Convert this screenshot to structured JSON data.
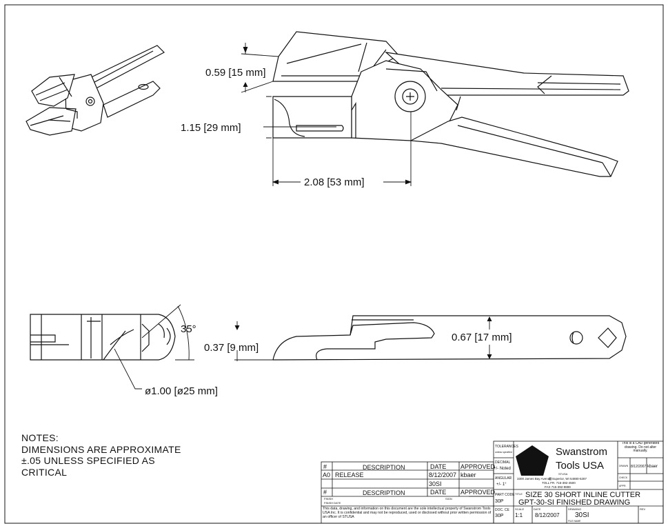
{
  "dimensions": {
    "jaw_height": "0.59 [15 mm]",
    "jaw_length": "1.15 [29 mm]",
    "jaw_to_pivot": "2.08 [53 mm]",
    "blade_angle": "35°",
    "tip_thickness": "0.37 [9 mm]",
    "body_thickness": "0.67 [17 mm]",
    "cut_diameter": "ø1.00 [ø25 mm]"
  },
  "notes": {
    "heading": "NOTES:",
    "lines": [
      "DIMENSIONS ARE APPROXIMATE",
      "±.05 UNLESS SPECIFIED AS",
      "CRITICAL"
    ]
  },
  "revision_table": {
    "headers": [
      "#",
      "DESCRIPTION",
      "DATE",
      "APPROVED"
    ],
    "rows": [
      {
        "num": "A0",
        "description": "RELEASE",
        "date": "8/12/2007",
        "approved": "kbaer"
      },
      {
        "num": "",
        "description": "",
        "date": "30SI",
        "approved": ""
      }
    ],
    "headers_lower": [
      "#",
      "DESCRIPTION",
      "DATE",
      "APPROVED"
    ],
    "lower_small": [
      "FINISH",
      "SIGN"
    ],
    "lower_small2": [
      "FINISH",
      "DATE"
    ],
    "legal": "This data, drawing, and information on this document are the sole intellectual property of Swanstrom Tools USA Inc. It is confidential and may not be reproduced, used or disclosed without prior written permission of an officer of STUSA"
  },
  "title_block": {
    "tolerances_label": "TOLERANCES",
    "tolerances_sub": "unless specified",
    "decimal_label": "DECIMAL",
    "decimal_value": "+/- Noted",
    "angular_label": "ANGULAR",
    "angular_value": "+/- 1°",
    "part_code_label": "PART CODE",
    "part_code": "30P",
    "doc_code_label": "DOC. CE",
    "doc_code": "30P",
    "company_line1": "Swanstrom",
    "company_line2": "Tools USA",
    "company_abbr": "STUSA",
    "address": "3300 James Bay Avenue Superior, WI 54880-5287",
    "phone": "TOLL FR. 715-392-4500",
    "fax": "FAX 715-392-9889",
    "cad_notice": "This is a CAD generated drawing. Do not alter manually.",
    "drawn_label": "DRAWN",
    "drawn_date": "8/12/2007",
    "drawn_by": "kbaer",
    "check_label": "CHECK",
    "appr_label": "APPR.",
    "title_label": "TITLE",
    "title_line1": "SIZE 30 SHORT INLINE CUTTER",
    "title_line2": "GPT-30-SI FINISHED DRAWING",
    "scale_label": "SCALE",
    "scale": "1:1",
    "date_label": "DATE",
    "date": "8/12/2007",
    "drawing_no_label": "DRAWING",
    "drawing_no": "30SI",
    "rev_label": "REV",
    "file_label": "FILE NAME"
  }
}
